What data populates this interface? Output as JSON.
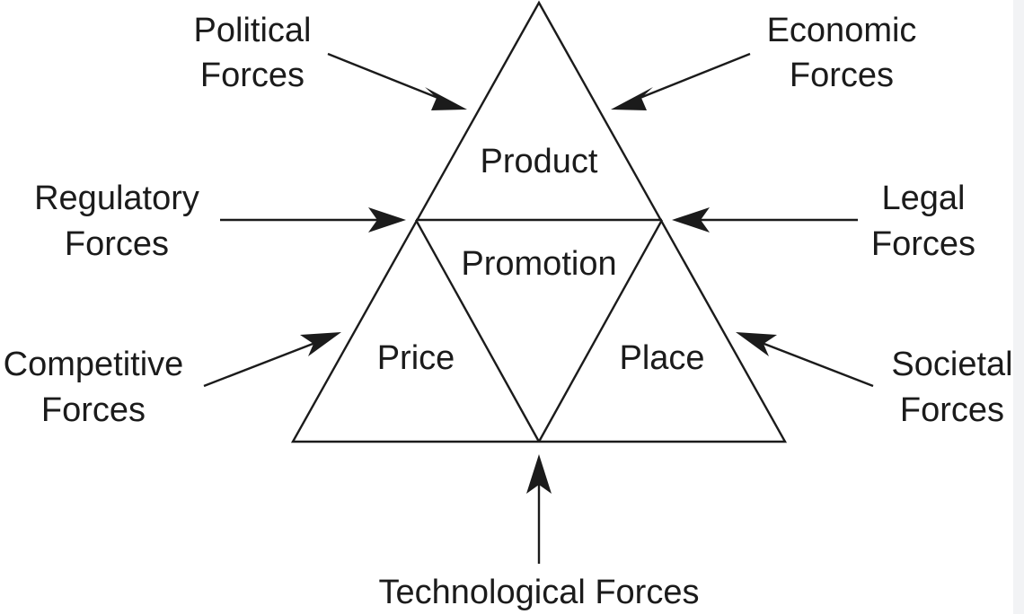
{
  "diagram": {
    "center": {
      "product": "Product",
      "promotion": "Promotion",
      "price": "Price",
      "place": "Place"
    },
    "forces": {
      "political": [
        "Political",
        "Forces"
      ],
      "economic": [
        "Economic",
        "Forces"
      ],
      "regulatory": [
        "Regulatory",
        "Forces"
      ],
      "legal": [
        "Legal",
        "Forces"
      ],
      "competitive": [
        "Competitive",
        "Forces"
      ],
      "societal": [
        "Societal",
        "Forces"
      ],
      "technological": "Technological Forces"
    }
  }
}
